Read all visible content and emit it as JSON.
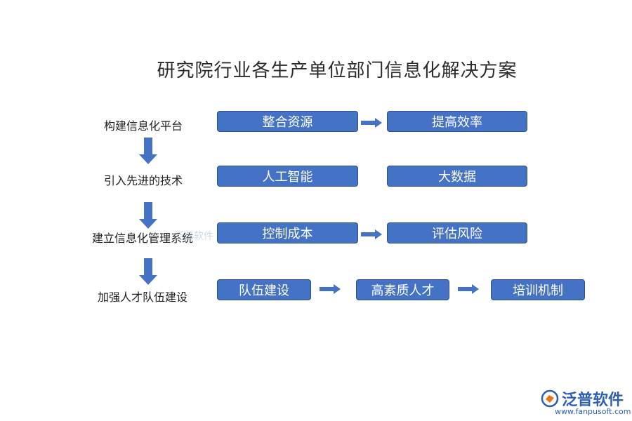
{
  "title": "研究院行业各生产单位部门信息化解决方案",
  "steps": [
    {
      "label": "构建信息化平台",
      "boxes": [
        "整合资源",
        "提高效率"
      ]
    },
    {
      "label": "引入先进的技术",
      "boxes": [
        "人工智能",
        "大数据"
      ]
    },
    {
      "label": "建立信息化管理系统",
      "boxes": [
        "控制成本",
        "评估风险"
      ]
    },
    {
      "label": "加强人才队伍建设",
      "boxes": [
        "队伍建设",
        "高素质人才",
        "培训机制"
      ]
    }
  ],
  "brand": {
    "name": "泛普软件",
    "url": "www.fanpusoft.com",
    "color": "#2f5fb3"
  },
  "colors": {
    "box_fill": "#4472c4",
    "box_border": "#2f528f",
    "arrow": "#4472c4"
  }
}
